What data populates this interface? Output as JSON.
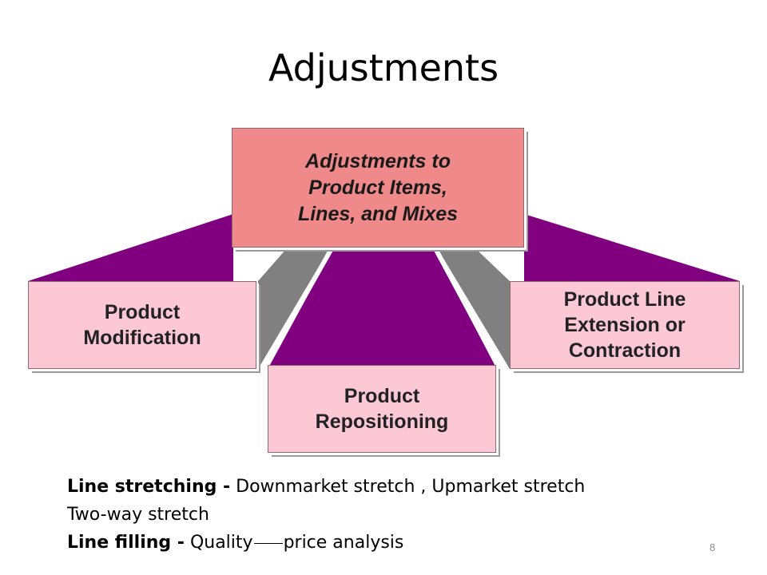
{
  "title": "Adjustments",
  "diagram": {
    "center": {
      "lines": [
        "Adjustments to",
        "Product Items,",
        "Lines, and Mixes"
      ]
    },
    "left": {
      "lines": [
        "Product",
        "Modification"
      ]
    },
    "bottom": {
      "lines": [
        "Product",
        "Repositioning"
      ]
    },
    "right": {
      "lines": [
        "Product Line",
        "Extension or",
        "Contraction"
      ]
    },
    "colors": {
      "purple": "#800080",
      "gray": "#808080",
      "center_box": "#f08a8a",
      "side_box": "#fcc8d6"
    }
  },
  "notes": {
    "line1_bold": "Line stretching -",
    "line1_text": "Downmarket stretch , Upmarket  stretch",
    "line2_text": "Two-way stretch",
    "line3_bold": "Line filling -",
    "line3_text_a": "Quality",
    "line3_text_b": "price analysis"
  },
  "slide_number": "8"
}
